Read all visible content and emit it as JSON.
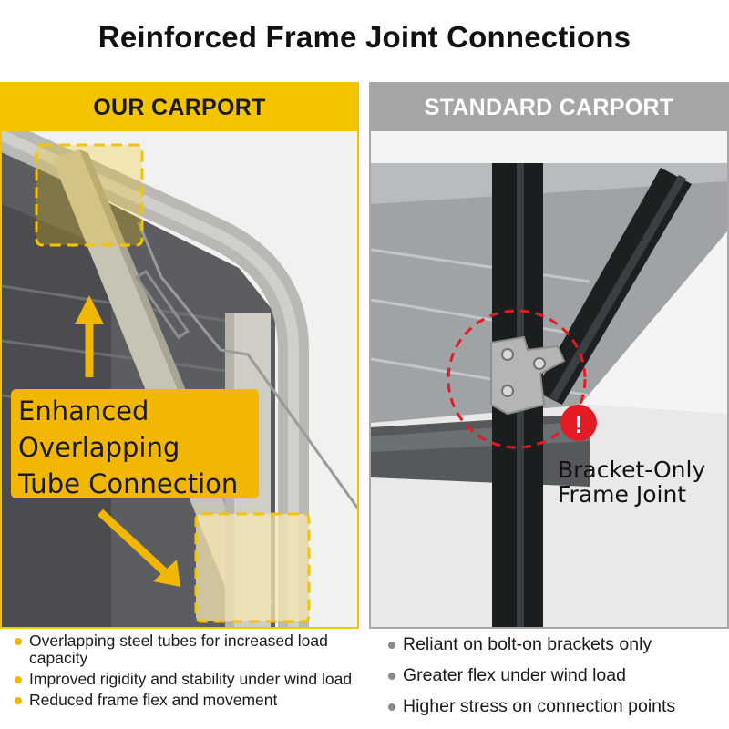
{
  "title": "Reinforced Frame Joint Connections",
  "left": {
    "header": "OUR CARPORT",
    "callout_lines": [
      "Enhanced",
      "Overlapping",
      "Tube Connection"
    ],
    "bullets": [
      "Overlapping steel tubes for increased load capacity",
      "Improved rigidity and stability under wind load",
      "Reduced frame flex and movement"
    ]
  },
  "right": {
    "header": "STANDARD CARPORT",
    "callout_lines": [
      "Bracket-Only",
      "Frame Joint"
    ],
    "warning_symbol": "!",
    "bullets": [
      "Reliant on bolt-on brackets only",
      "Greater flex under wind load",
      "Higher stress on connection points"
    ]
  },
  "colors": {
    "accent_yellow": "#f5c400",
    "standard_gray": "#a6a6a6",
    "warning_red": "#e31b23"
  }
}
